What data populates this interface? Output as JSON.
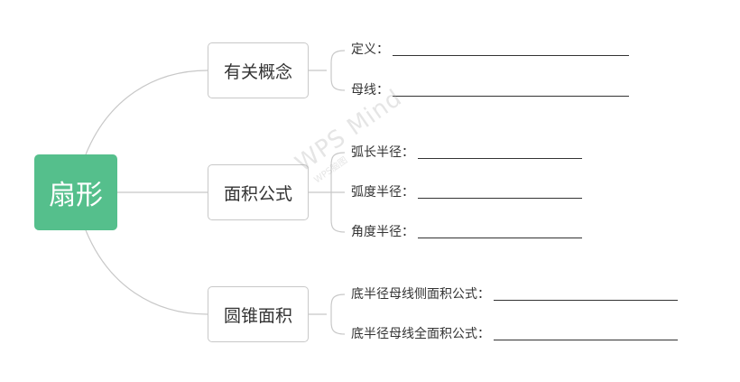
{
  "root": {
    "label": "扇形"
  },
  "topics": [
    {
      "label": "有关概念",
      "items": [
        "定义：",
        "母线："
      ]
    },
    {
      "label": "面积公式",
      "items": [
        "弧长半径：",
        "弧度半径：",
        "角度半径："
      ]
    },
    {
      "label": "圆锥面积",
      "items": [
        "底半径母线侧面积公式：",
        "底半径母线全面积公式："
      ]
    }
  ],
  "watermark": {
    "main": "WPS Mind",
    "sub": "WPS脑图"
  },
  "colors": {
    "root_fill": "#55bf8c",
    "line": "#c8c8c8",
    "text": "#333333"
  }
}
